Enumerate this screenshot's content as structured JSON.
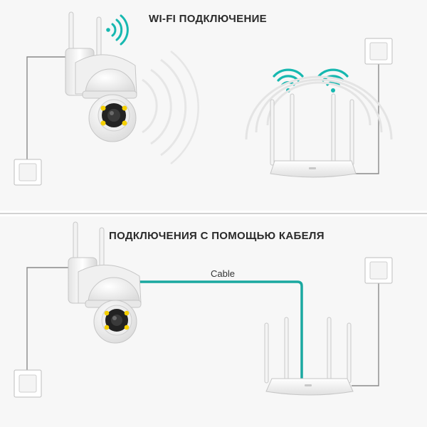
{
  "wifi_section": {
    "heading": "WI-FI ПОДКЛЮЧЕНИЕ"
  },
  "cable_section": {
    "heading": "ПОДКЛЮЧЕНИЯ С ПОМОЩЬЮ КАБЕЛЯ",
    "cable_label": "Cable"
  },
  "colors": {
    "background": "#f7f7f7",
    "device_white": "#ffffff",
    "outline_gray": "#c8c8c8",
    "wire_gray": "#8a8a8a",
    "wifi_teal": "#17b8b0",
    "cable_teal": "#1aa8a0",
    "led_yellow": "#f5d000"
  }
}
